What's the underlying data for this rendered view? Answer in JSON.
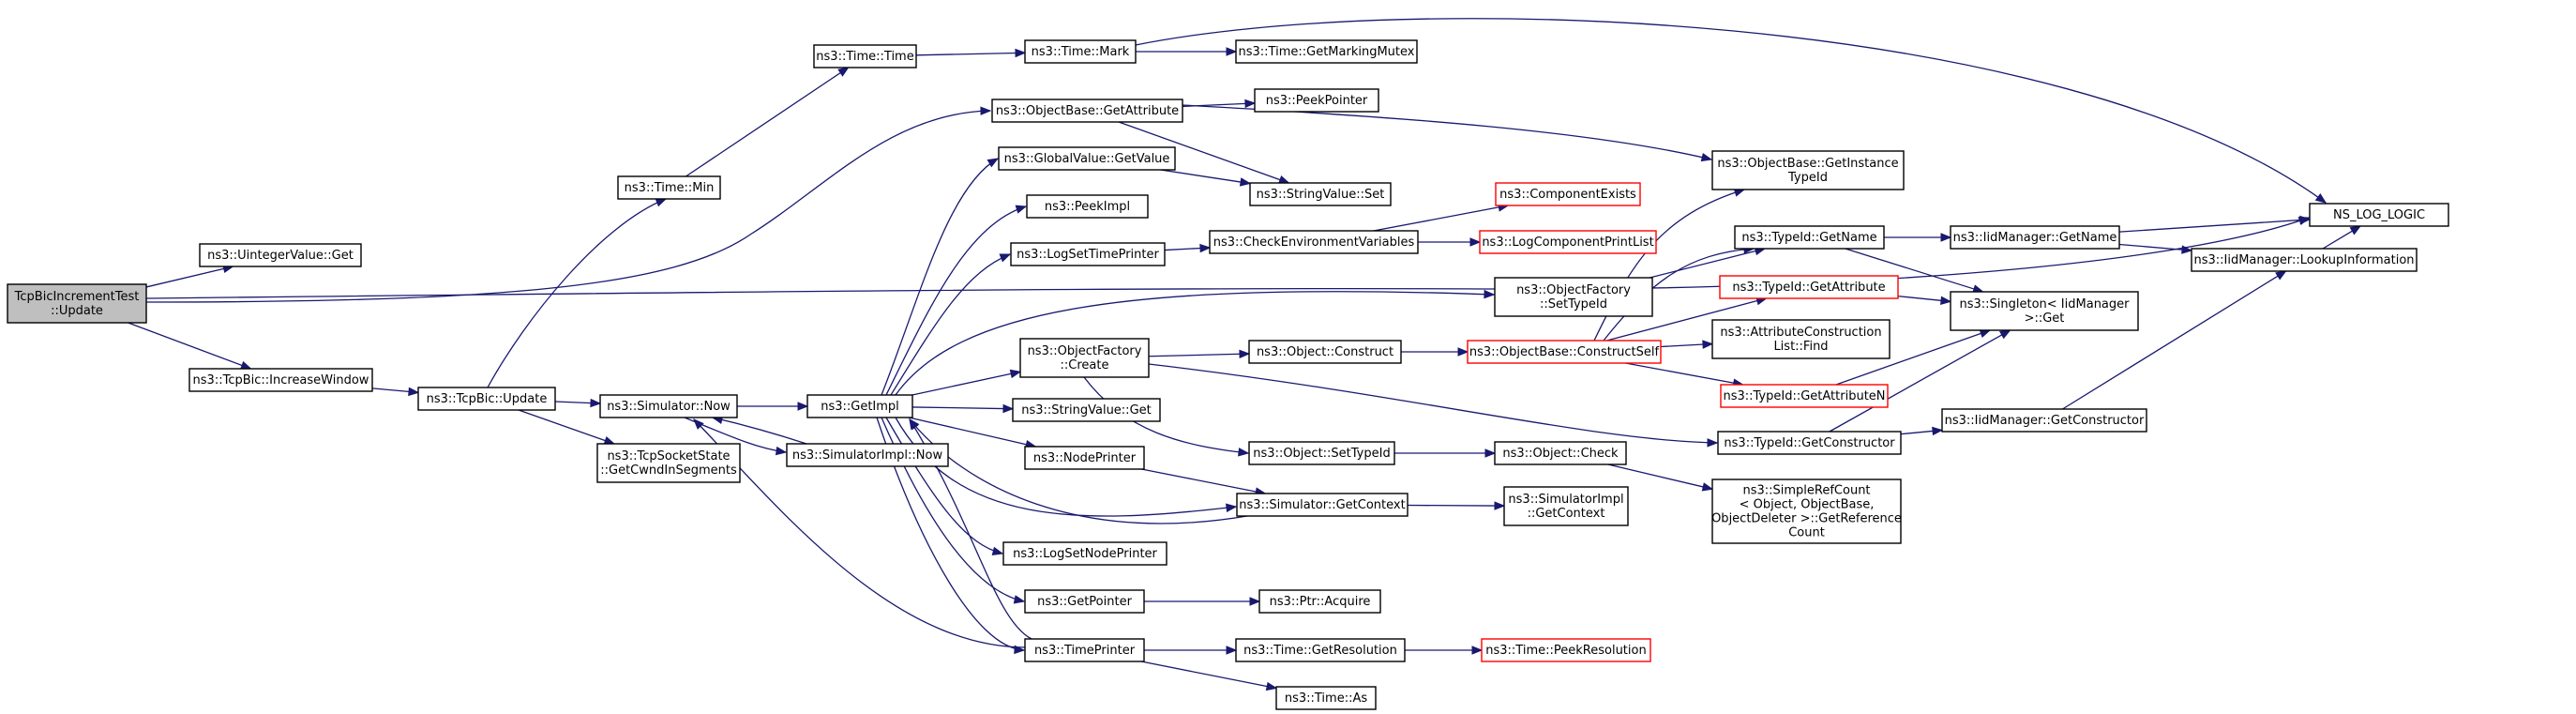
{
  "colors": {
    "edge": "#191970",
    "node_border": "#000000",
    "truncated_border": "#ff0000",
    "root_fill": "#bfbfbf"
  },
  "nodes": [
    {
      "id": "root",
      "lines": [
        "TcpBicIncrementTest",
        "::Update"
      ],
      "root": true
    },
    {
      "id": "uintget",
      "lines": [
        "ns3::UintegerValue::Get"
      ]
    },
    {
      "id": "incwin",
      "lines": [
        "ns3::TcpBic::IncreaseWindow"
      ]
    },
    {
      "id": "bicupd",
      "lines": [
        "ns3::TcpBic::Update"
      ]
    },
    {
      "id": "timemin",
      "lines": [
        "ns3::Time::Min"
      ]
    },
    {
      "id": "timetime",
      "lines": [
        "ns3::Time::Time"
      ]
    },
    {
      "id": "timemark",
      "lines": [
        "ns3::Time::Mark"
      ]
    },
    {
      "id": "mutex",
      "lines": [
        "ns3::Time::GetMarkingMutex"
      ]
    },
    {
      "id": "objgetattr",
      "lines": [
        "ns3::ObjectBase::GetAttribute"
      ]
    },
    {
      "id": "peekptr",
      "lines": [
        "ns3::PeekPointer"
      ]
    },
    {
      "id": "gvget",
      "lines": [
        "ns3::GlobalValue::GetValue"
      ]
    },
    {
      "id": "strset",
      "lines": [
        "ns3::StringValue::Set"
      ]
    },
    {
      "id": "peekimpl",
      "lines": [
        "ns3::PeekImpl"
      ]
    },
    {
      "id": "logtime",
      "lines": [
        "ns3::LogSetTimePrinter"
      ]
    },
    {
      "id": "checkenv",
      "lines": [
        "ns3::CheckEnvironmentVariables"
      ]
    },
    {
      "id": "compexists",
      "lines": [
        "ns3::ComponentExists"
      ],
      "truncated": true
    },
    {
      "id": "logcomp",
      "lines": [
        "ns3::LogComponentPrintList"
      ],
      "truncated": true
    },
    {
      "id": "getinst",
      "lines": [
        "ns3::ObjectBase::GetInstance",
        "TypeId"
      ]
    },
    {
      "id": "nslog",
      "lines": [
        "NS_LOG_LOGIC"
      ]
    },
    {
      "id": "typegetname",
      "lines": [
        "ns3::TypeId::GetName"
      ]
    },
    {
      "id": "iidgetname",
      "lines": [
        "ns3::IidManager::GetName"
      ]
    },
    {
      "id": "lookup",
      "lines": [
        "ns3::IidManager::LookupInformation"
      ]
    },
    {
      "id": "simnow",
      "lines": [
        "ns3::Simulator::Now"
      ]
    },
    {
      "id": "sockstate",
      "lines": [
        "ns3::TcpSocketState",
        "::GetCwndInSegments"
      ]
    },
    {
      "id": "getimpl",
      "lines": [
        "ns3::GetImpl"
      ]
    },
    {
      "id": "simimplnow",
      "lines": [
        "ns3::SimulatorImpl::Now"
      ]
    },
    {
      "id": "ofsettype",
      "lines": [
        "ns3::ObjectFactory",
        "::SetTypeId"
      ]
    },
    {
      "id": "typegetattr",
      "lines": [
        "ns3::TypeId::GetAttribute"
      ],
      "truncated": true
    },
    {
      "id": "singleton",
      "lines": [
        "ns3::Singleton< IidManager",
        " >::Get"
      ]
    },
    {
      "id": "ofcreate",
      "lines": [
        "ns3::ObjectFactory",
        "::Create"
      ]
    },
    {
      "id": "objconstruct",
      "lines": [
        "ns3::Object::Construct"
      ]
    },
    {
      "id": "constructself",
      "lines": [
        "ns3::ObjectBase::ConstructSelf"
      ],
      "truncated": true
    },
    {
      "id": "attrfind",
      "lines": [
        "ns3::AttributeConstruction",
        "List::Find"
      ]
    },
    {
      "id": "typegetattrn",
      "lines": [
        "ns3::TypeId::GetAttributeN"
      ],
      "truncated": true
    },
    {
      "id": "strget",
      "lines": [
        "ns3::StringValue::Get"
      ]
    },
    {
      "id": "typegetctor",
      "lines": [
        "ns3::TypeId::GetConstructor"
      ]
    },
    {
      "id": "iidgetctor",
      "lines": [
        "ns3::IidManager::GetConstructor"
      ]
    },
    {
      "id": "nodeprinter",
      "lines": [
        "ns3::NodePrinter"
      ]
    },
    {
      "id": "objsettype",
      "lines": [
        "ns3::Object::SetTypeId"
      ]
    },
    {
      "id": "objcheck",
      "lines": [
        "ns3::Object::Check"
      ]
    },
    {
      "id": "simctx",
      "lines": [
        "ns3::Simulator::GetContext"
      ]
    },
    {
      "id": "simimplctx",
      "lines": [
        "ns3::SimulatorImpl",
        "::GetContext"
      ]
    },
    {
      "id": "refcount",
      "lines": [
        "ns3::SimpleRefCount",
        "< Object, ObjectBase,",
        " ObjectDeleter >::GetReference",
        "Count"
      ]
    },
    {
      "id": "lognode",
      "lines": [
        "ns3::LogSetNodePrinter"
      ]
    },
    {
      "id": "getpointer",
      "lines": [
        "ns3::GetPointer"
      ]
    },
    {
      "id": "ptracquire",
      "lines": [
        "ns3::Ptr::Acquire"
      ]
    },
    {
      "id": "timeprinter",
      "lines": [
        "ns3::TimePrinter"
      ]
    },
    {
      "id": "getres",
      "lines": [
        "ns3::Time::GetResolution"
      ]
    },
    {
      "id": "peekres",
      "lines": [
        "ns3::Time::PeekResolution"
      ],
      "truncated": true
    },
    {
      "id": "timeas",
      "lines": [
        "ns3::Time::As"
      ]
    }
  ]
}
